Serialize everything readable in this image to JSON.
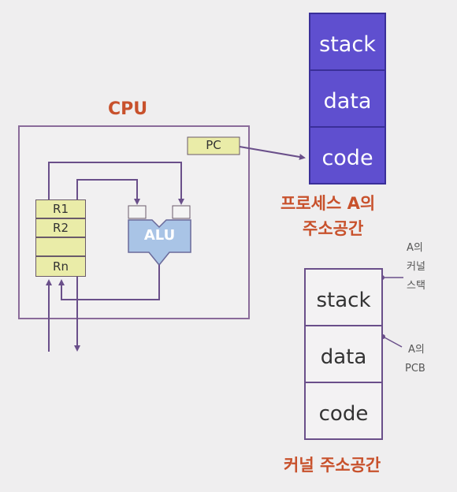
{
  "cpu": {
    "title": "CPU",
    "pc_label": "PC",
    "alu_label": "ALU",
    "registers": [
      "R1",
      "R2",
      "",
      "Rn"
    ]
  },
  "process_space": {
    "segments": [
      "stack",
      "data",
      "code"
    ],
    "caption_line1": "프로세스 A의",
    "caption_line2": "주소공간"
  },
  "kernel_space": {
    "segments": [
      "stack",
      "data",
      "code"
    ],
    "caption": "커널 주소공간",
    "annotations": {
      "kernel_stack": [
        "A의",
        "커널",
        "스택"
      ],
      "pcb": [
        "A의",
        "PCB"
      ]
    }
  },
  "colors": {
    "process_fill": "#5f4fcf",
    "title": "#c8512c",
    "register_fill": "#eaeca8",
    "alu_fill": "#a9c4e6",
    "line": "#6a4f8a"
  }
}
